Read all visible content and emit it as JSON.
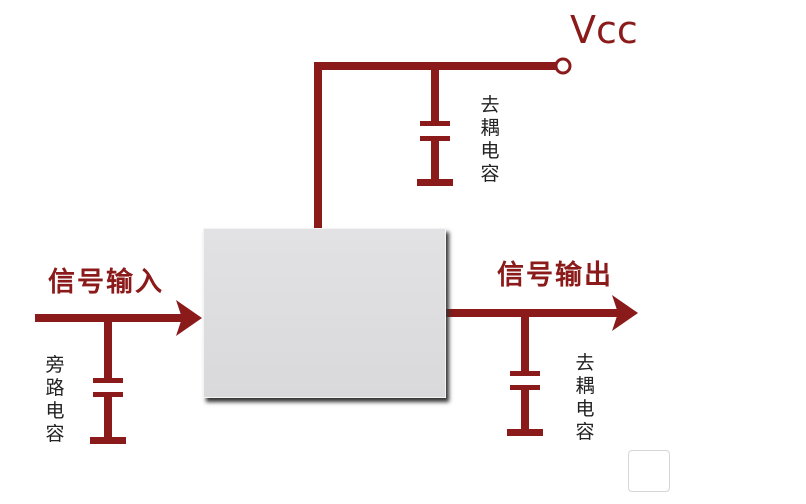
{
  "labels": {
    "vcc": "Vcc",
    "signal_input": "信号输入",
    "signal_output": "信号输出",
    "decoupling_cap_top": "去耦电容",
    "decoupling_cap_output": "去耦电容",
    "bypass_cap": "旁路电容"
  },
  "colors": {
    "wire": "#8b1a1a",
    "chip": "#dcdcdf"
  }
}
